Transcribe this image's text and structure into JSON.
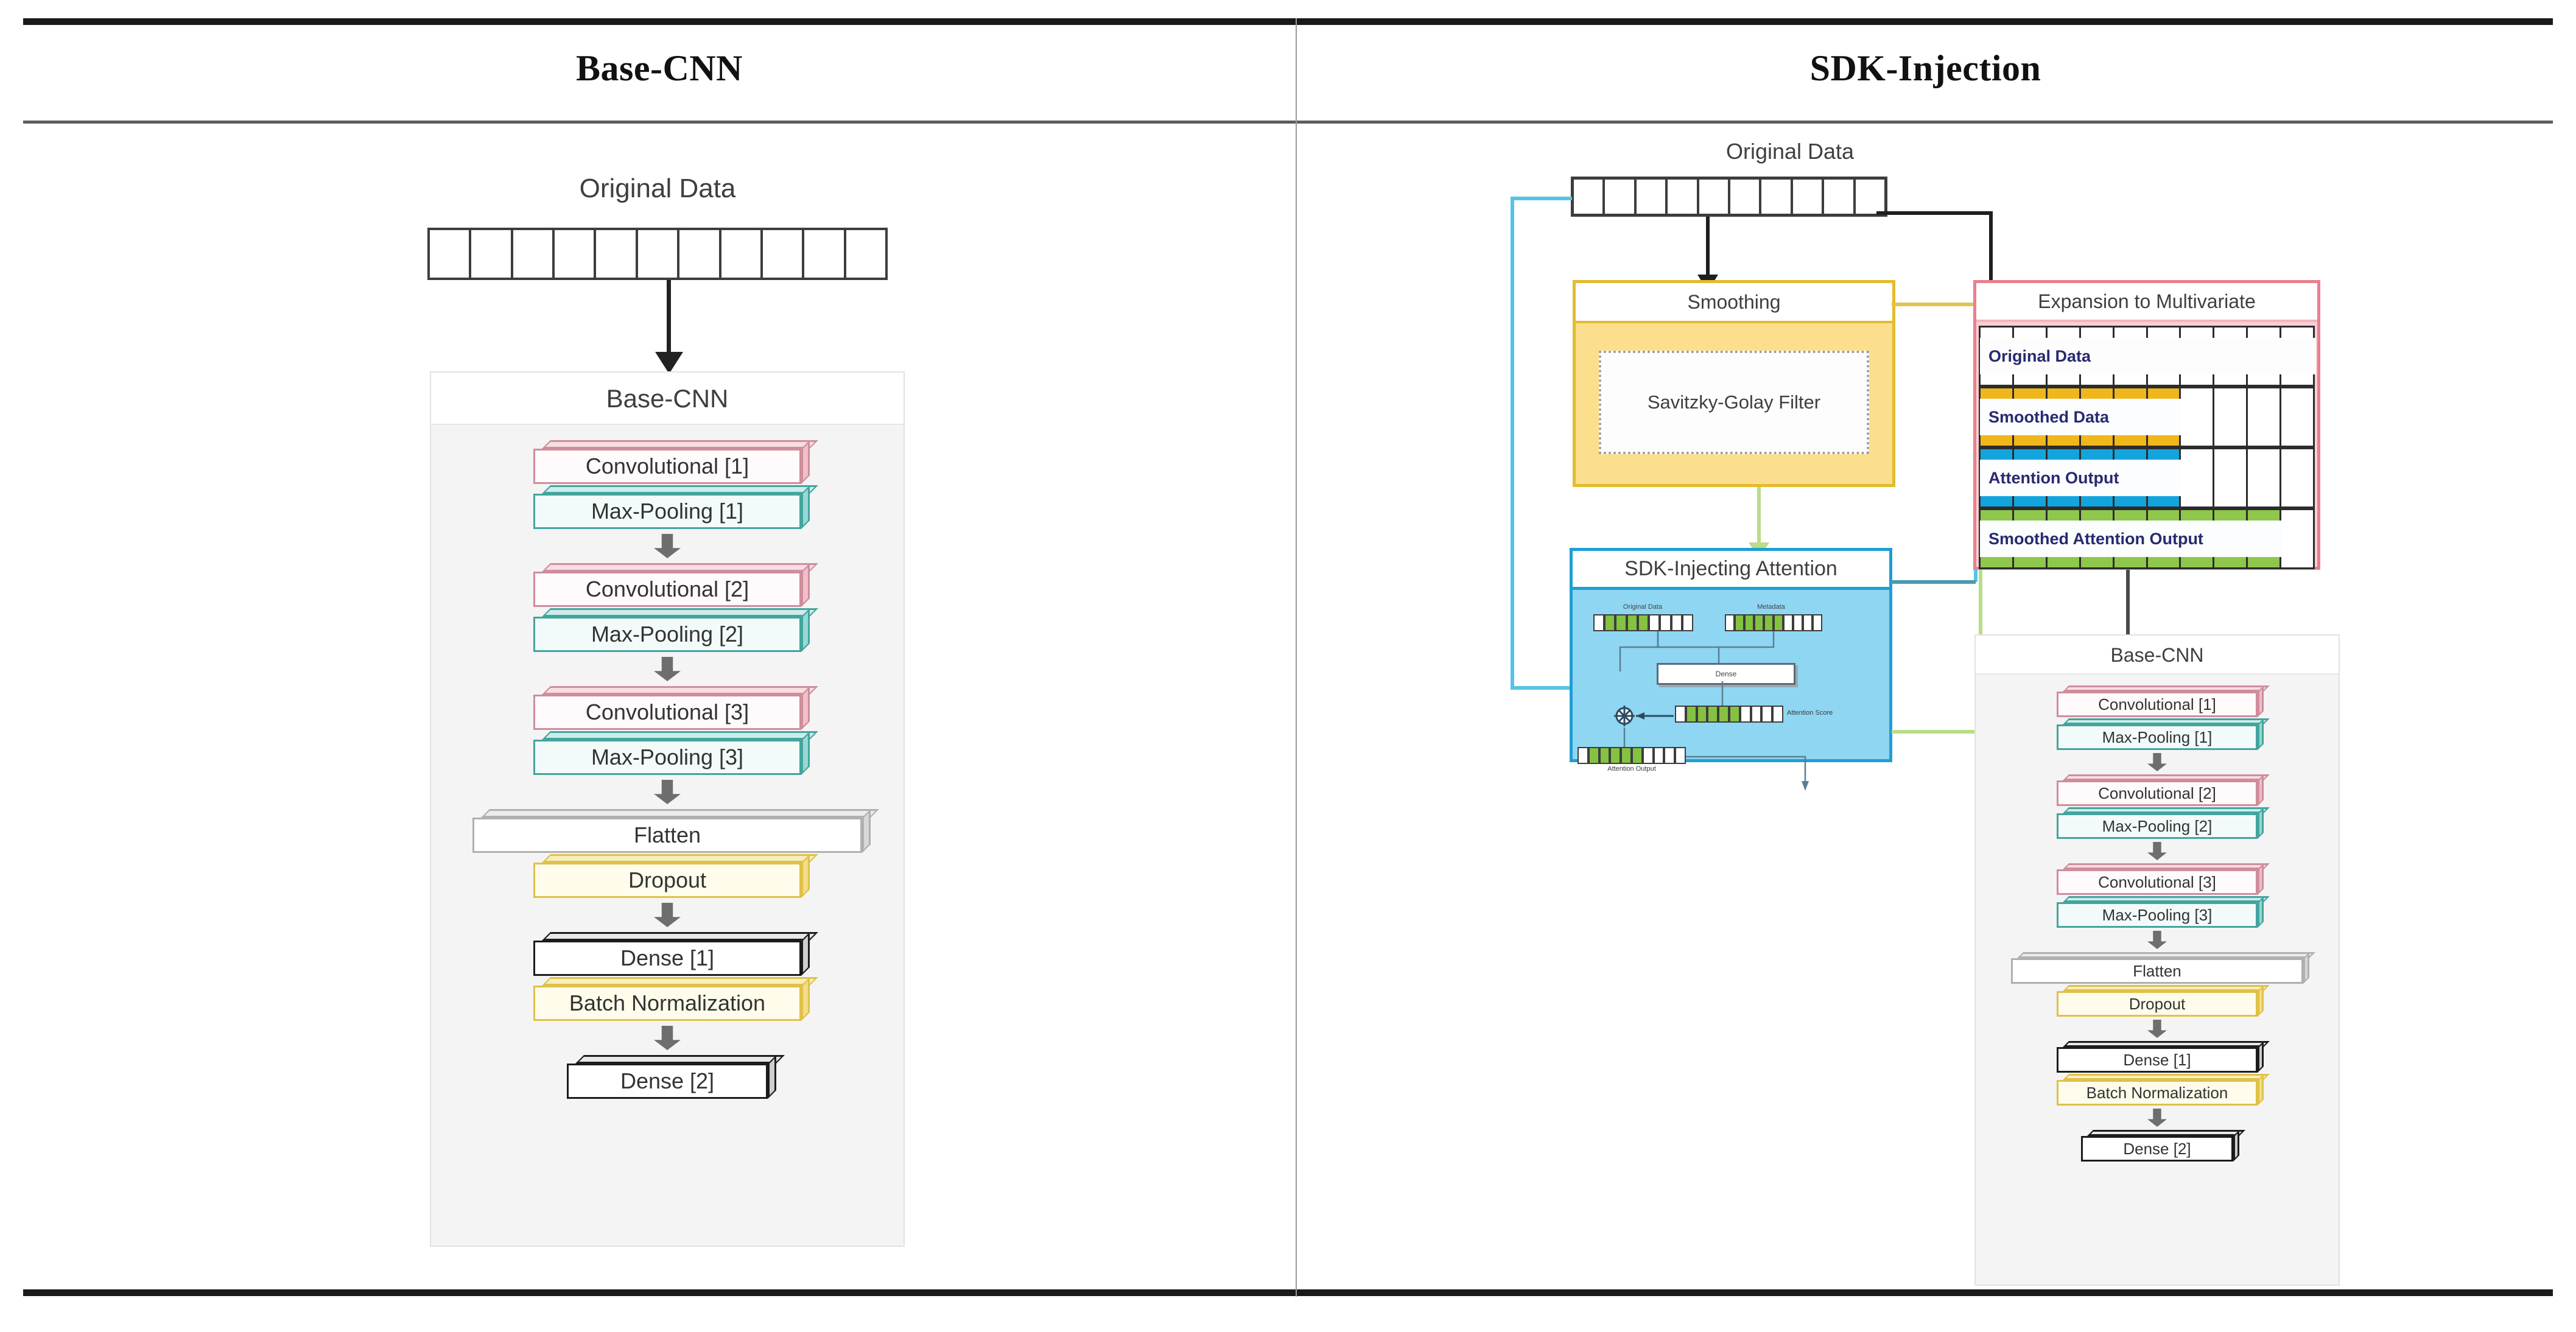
{
  "figure": {
    "columns": [
      {
        "title": "Base-CNN"
      },
      {
        "title": "SDK-Injection"
      }
    ]
  },
  "colors": {
    "conv_border": "#d99aa8",
    "conv_border_dark": "#c06a7e",
    "pool_border": "#4aa8a2",
    "pool_fill": "#e8f6f5",
    "dropout_border": "#e8c84a",
    "dropout_fill": "#fbf6d8",
    "dense_border": "#1e1e1e",
    "flatten_border": "#a9a9a9",
    "smoothing_border": "#e3bb2e",
    "smoothing_fill": "#fbdf8c",
    "attention_border": "#1f9ed4",
    "attention_fill": "#8fd6f2",
    "expansion_border": "#e8808f",
    "expansion_fill": "#f9cfd4",
    "row_original": "#ffffff",
    "row_smoothed": "#f0b71c",
    "row_attention": "#13a4dd",
    "row_smoothed_attention": "#8ec74b",
    "label_text": "#272a6e",
    "arrow_gray": "#6a6a6a",
    "green_series": "#84c241",
    "cyan_conn": "#56c3e8",
    "green_conn": "#b9dd88",
    "yellow_conn": "#e3c44a"
  },
  "left_panel": {
    "input_label": "Original Data",
    "input_cells": 11,
    "cnn": {
      "title": "Base-CNN",
      "layers": [
        {
          "label": "Convolutional [1]",
          "style": "conv"
        },
        {
          "label": "Max-Pooling [1]",
          "style": "pool"
        },
        {
          "label": "Convolutional [2]",
          "style": "conv"
        },
        {
          "label": "Max-Pooling [2]",
          "style": "pool"
        },
        {
          "label": "Convolutional [3]",
          "style": "conv"
        },
        {
          "label": "Max-Pooling [3]",
          "style": "pool"
        },
        {
          "label": "Flatten",
          "style": "flatten"
        },
        {
          "label": "Dropout",
          "style": "dropout"
        },
        {
          "label": "Dense [1]",
          "style": "dense"
        },
        {
          "label": "Batch Normalization",
          "style": "dropout"
        },
        {
          "label": "Dense [2]",
          "style": "dense"
        }
      ]
    }
  },
  "right_panel": {
    "input_label": "Original Data",
    "input_cells": 10,
    "smoothing": {
      "title": "Smoothing",
      "inner_label": "Savitzky-Golay Filter"
    },
    "attention": {
      "title": "SDK-Injecting Attention",
      "inner": {
        "original_data_label": "Original Data",
        "metadata_label": "Metadata",
        "dense_label": "Dense",
        "attention_score_label": "Attention Score",
        "attention_output_label": "Attention Output",
        "multiply_symbol": "⊗"
      }
    },
    "expansion": {
      "title": "Expansion to Multivariate",
      "columns": 10,
      "rows": [
        {
          "label": "Original Data",
          "fill": "#ffffff",
          "filled_from": 10
        },
        {
          "label": "Smoothed Data",
          "fill": "#f0b71c",
          "filled_from": 6
        },
        {
          "label": "Attention Output",
          "fill": "#13a4dd",
          "filled_from": 6
        },
        {
          "label": "Smoothed Attention Output",
          "fill": "#8ec74b",
          "filled_from": 9
        }
      ]
    },
    "cnn": {
      "title": "Base-CNN",
      "layers": [
        {
          "label": "Convolutional [1]",
          "style": "conv"
        },
        {
          "label": "Max-Pooling [1]",
          "style": "pool"
        },
        {
          "label": "Convolutional [2]",
          "style": "conv"
        },
        {
          "label": "Max-Pooling [2]",
          "style": "pool"
        },
        {
          "label": "Convolutional [3]",
          "style": "conv"
        },
        {
          "label": "Max-Pooling [3]",
          "style": "pool"
        },
        {
          "label": "Flatten",
          "style": "flatten"
        },
        {
          "label": "Dropout",
          "style": "dropout"
        },
        {
          "label": "Dense [1]",
          "style": "dense"
        },
        {
          "label": "Batch Normalization",
          "style": "dropout"
        },
        {
          "label": "Dense [2]",
          "style": "dense"
        }
      ]
    }
  }
}
